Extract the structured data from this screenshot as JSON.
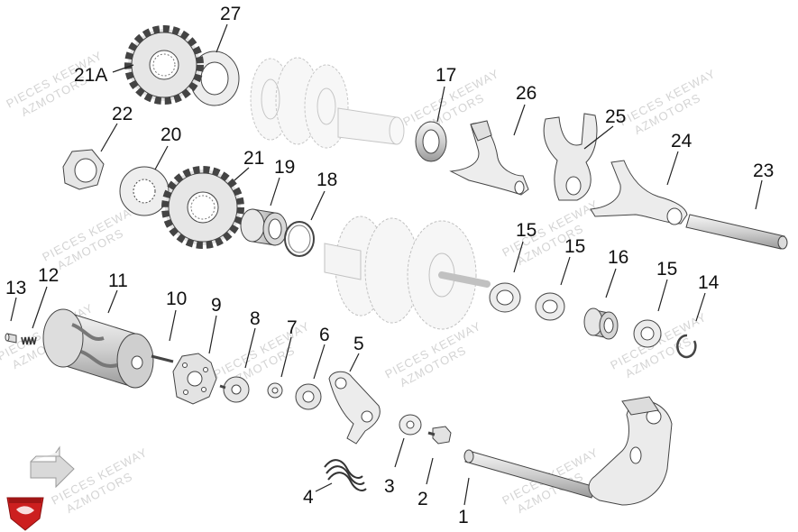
{
  "diagram": {
    "watermark_lines": [
      "PIECES KEEWAY",
      "AZMOTORS"
    ],
    "callouts": [
      "27",
      "21A",
      "17",
      "26",
      "25",
      "22",
      "20",
      "21",
      "19",
      "18",
      "24",
      "23",
      "15",
      "15",
      "16",
      "15",
      "14",
      "13",
      "12",
      "11",
      "10",
      "9",
      "8",
      "7",
      "6",
      "5",
      "3",
      "2",
      "4",
      "1"
    ],
    "colors": {
      "part_fill": "#e9e9e9",
      "part_stroke": "#555555",
      "light_fill": "#f3f3f3",
      "text": "#111111",
      "logo_red": "#cc1f1f"
    },
    "icons": [
      "direction-arrow-icon",
      "azmotors-logo"
    ]
  }
}
